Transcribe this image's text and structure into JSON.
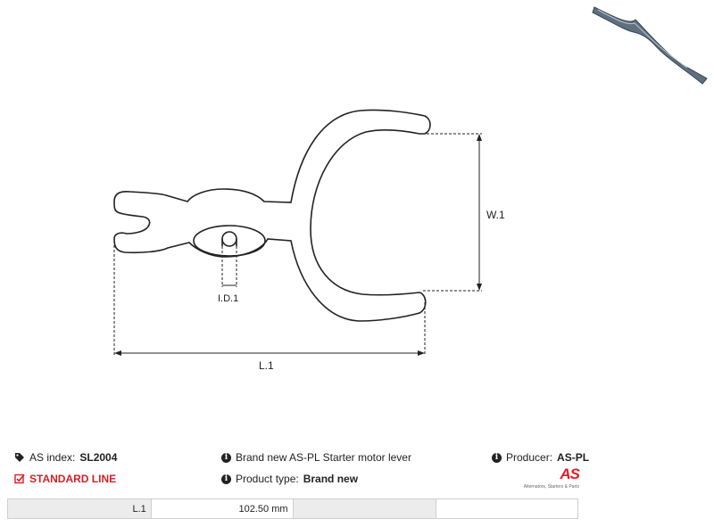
{
  "drawing": {
    "dimension_labels": {
      "width": "W.1",
      "inner_diameter": "I.D.1",
      "length": "L.1"
    }
  },
  "info": {
    "as_index_label": "AS index:",
    "as_index_value": "SL2004",
    "standard_line": "STANDARD LINE",
    "description": "Brand new AS-PL Starter motor lever",
    "product_type_label": "Product type:",
    "product_type_value": "Brand new",
    "producer_label": "Producer:",
    "producer_value": "AS-PL"
  },
  "logo": {
    "mark": "AS",
    "tagline": "Alternators, Starters & Parts"
  },
  "params_table": [
    {
      "label": "L.1",
      "value": "102.50 mm"
    }
  ],
  "colors": {
    "accent": "#d42027",
    "line": "#222222",
    "table_shade": "#ececec"
  }
}
